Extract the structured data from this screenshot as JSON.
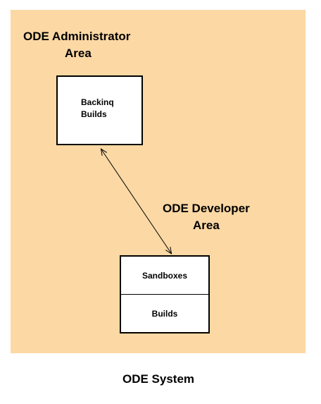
{
  "admin_area": {
    "label_line1": "ODE Administrator",
    "label_line2": "Area",
    "box_line1": "Backinq",
    "box_line2": "Builds"
  },
  "developer_area": {
    "label_line1": "ODE Developer",
    "label_line2": "Area",
    "box_top": "Sandboxes",
    "box_bottom": "Builds"
  },
  "system": {
    "label": "ODE System"
  },
  "colors": {
    "area_background": "#fcd8a4",
    "box_fill": "#ffffff",
    "stroke": "#000000"
  }
}
